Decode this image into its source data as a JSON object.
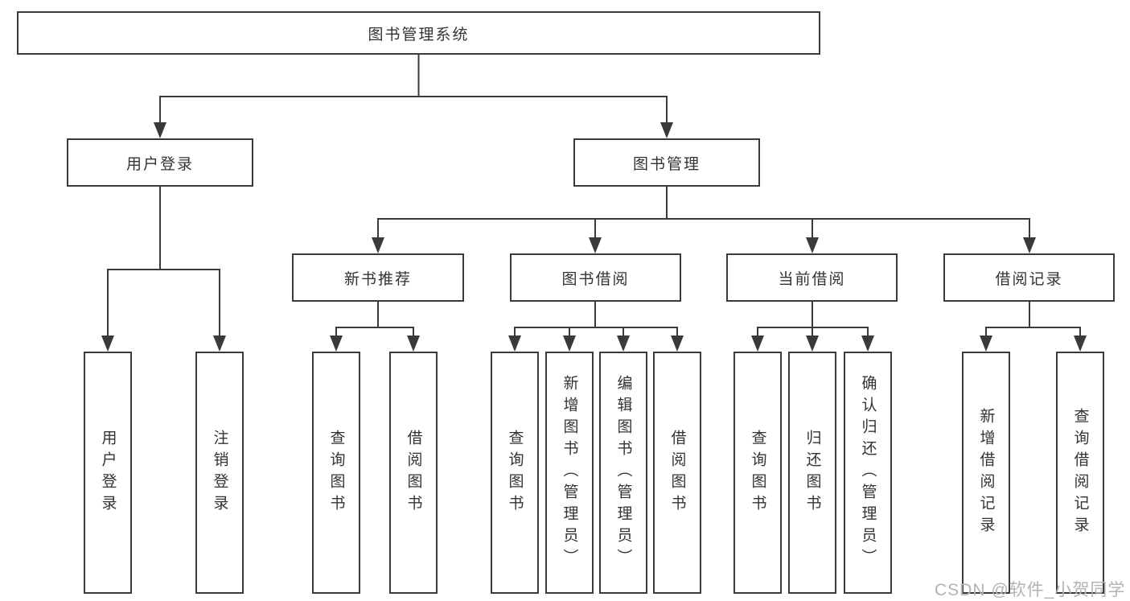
{
  "diagram": {
    "root": "图书管理系统",
    "user": {
      "label": "用户登录",
      "children": [
        "用户登录",
        "注销登录"
      ]
    },
    "mgmt": {
      "label": "图书管理",
      "groups": [
        {
          "label": "新书推荐",
          "children": [
            "查询图书",
            "借阅图书"
          ]
        },
        {
          "label": "图书借阅",
          "children": [
            "查询图书",
            "新增图书（管理员）",
            "编辑图书（管理员）",
            "借阅图书"
          ]
        },
        {
          "label": "当前借阅",
          "children": [
            "查询图书",
            "归还图书",
            "确认归还（管理员）"
          ]
        },
        {
          "label": "借阅记录",
          "children": [
            "新增借阅记录",
            "查询借阅记录"
          ]
        }
      ]
    }
  },
  "watermark": {
    "text": "CSDN @软件_小贺同学"
  },
  "colors": {
    "line": "#3a3a3a",
    "box_bg": "#ffffff",
    "text": "#333333",
    "watermark": "#b3b3b3"
  }
}
